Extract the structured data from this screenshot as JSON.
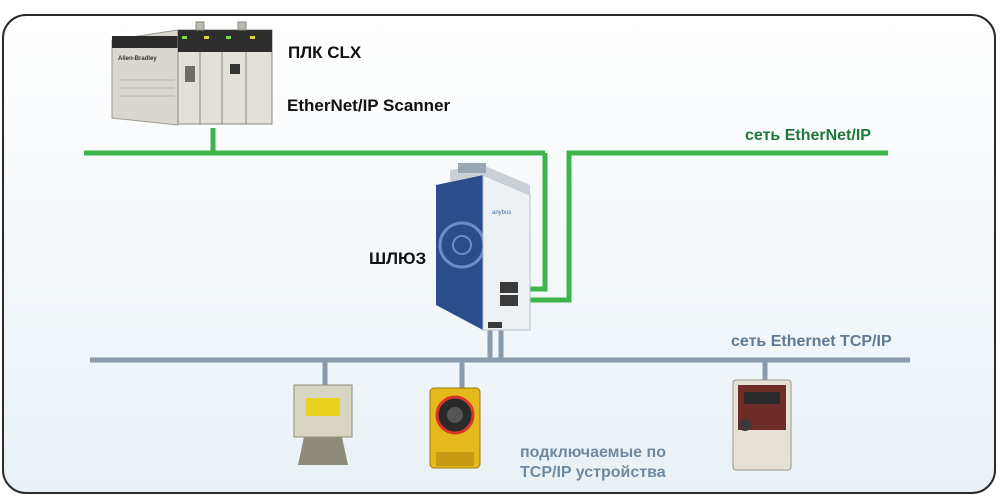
{
  "labels": {
    "plc_title": "ПЛК CLX",
    "plc_scanner": "EtherNet/IP Scanner",
    "ethernet_ip_network": "сеть EtherNet/IP",
    "gateway": "ШЛЮЗ",
    "tcpip_network": "сеть Ethernet TCP/IP",
    "devices_line1": "подключаемые по",
    "devices_line2": "TCP/IP устройства"
  },
  "devices": {
    "plc_brand": "Allen-Bradley",
    "gateway_brand": "anybus"
  },
  "colors": {
    "ethernet_ip_line": "#3db54a",
    "tcpip_line": "#8a9bab",
    "label_green": "#1e7a3b",
    "label_gray": "#5f7a94",
    "gateway_blue": "#2b4d8c"
  }
}
